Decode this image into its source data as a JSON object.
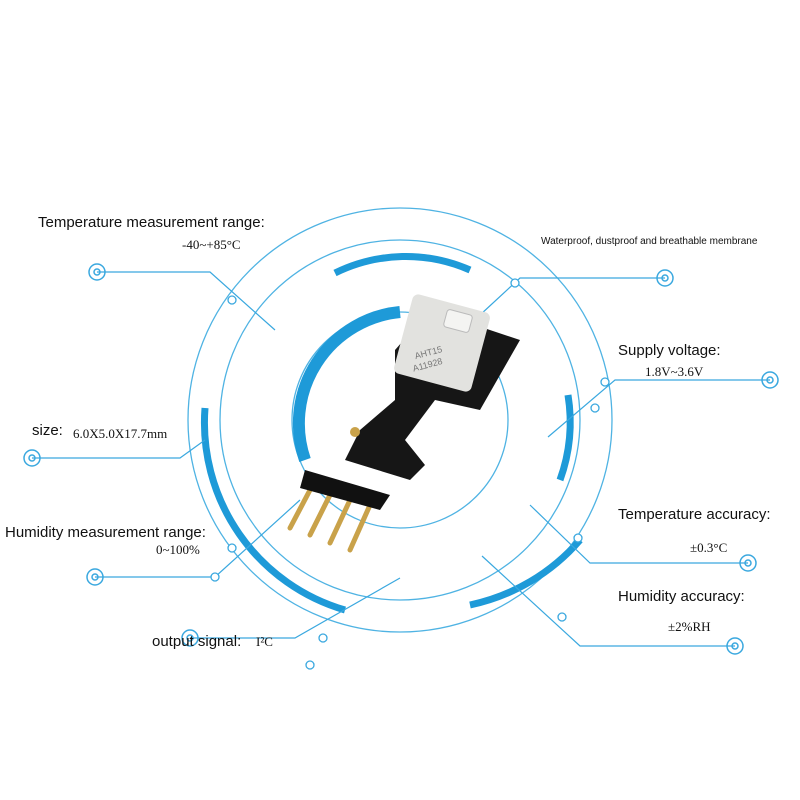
{
  "features": {
    "temp_range": {
      "label": "Temperature measurement range:",
      "value": "-40~+85°C"
    },
    "membrane": {
      "label": "Waterproof, dustproof and breathable membrane"
    },
    "supply_voltage": {
      "label": "Supply voltage:",
      "value": "1.8V~3.6V"
    },
    "size": {
      "label": "size:",
      "value": "6.0X5.0X17.7mm"
    },
    "temp_accuracy": {
      "label": "Temperature accuracy:",
      "value": "±0.3°C"
    },
    "humidity_range": {
      "label": "Humidity measurement range:",
      "value": "0~100%"
    },
    "humidity_accuracy": {
      "label": "Humidity accuracy:",
      "value": "±2%RH"
    },
    "output_signal": {
      "label": "output signal:",
      "value": "I²C"
    }
  },
  "chip_marking": [
    "AHT15",
    "A11928"
  ],
  "colors": {
    "accent": "#2a9fd8",
    "accent_light": "#5bbbe6"
  }
}
